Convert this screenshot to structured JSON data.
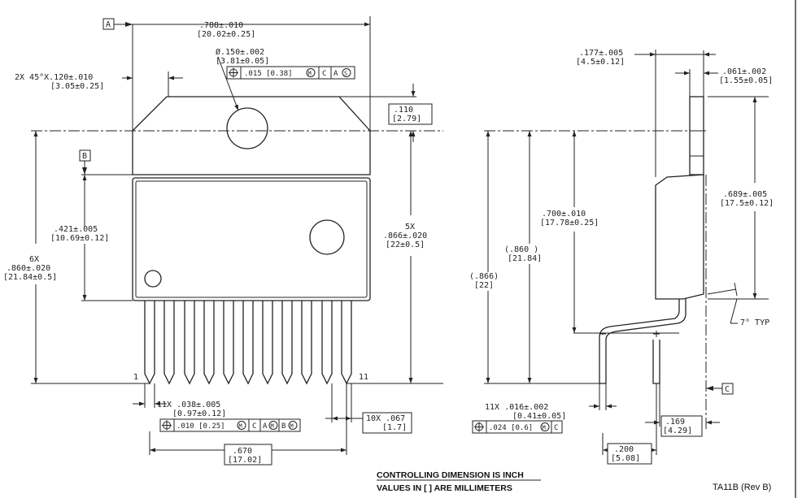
{
  "datums": {
    "a": "A",
    "b": "B",
    "c": "C"
  },
  "dims": {
    "width_in": ".788±.010",
    "width_mm": "[20.02±0.25]",
    "chamfer_in": "2X 45°X.120±.010",
    "chamfer_mm": "[3.05±0.25]",
    "hole_in": "Ø.150±.002",
    "hole_mm": "[3.81±0.05]",
    "hole_tol": ".015 [0.38]",
    "hole_tol_c": "C",
    "hole_tol_a": "A",
    "tab_in": ".110",
    "tab_mm": "[2.79]",
    "b_in": ".421±.005",
    "b_mm": "[10.69±0.12]",
    "six_x": "6X",
    "six_in": ".860±.020",
    "six_mm": "[21.84±0.5]",
    "five_x": "5X",
    "five_in": ".866±.020",
    "five_mm": "[22±0.5]",
    "pin_first": "1",
    "pin_last": "11",
    "lead_w_in": "11X .038±.005",
    "lead_w_mm": "[0.97±0.12]",
    "lead_tol": ".010 [0.25]",
    "lead_tol_c": "C",
    "lead_tol_a": "A",
    "lead_tol_b": "B",
    "pitch_in": "10X .067",
    "pitch_mm": "[1.7]",
    "span_in": ".670",
    "span_mm": "[17.02]",
    "thick_in": ".177±.005",
    "thick_mm": "[4.5±0.12]",
    "tab_t_in": ".061±.002",
    "tab_t_mm": "[1.55±0.05]",
    "h689_in": ".689±.005",
    "h689_mm": "[17.5±0.12]",
    "h700_in": ".700±.010",
    "h700_mm": "[17.78±0.25]",
    "h860_in": "(.860 )",
    "h860_mm": "[21.84]",
    "h866_in": "(.866)",
    "h866_mm": "[22]",
    "angle": "7° TYP",
    "lead_t_in": "11X .016±.002",
    "lead_t_mm": "[0.41±0.05]",
    "side_tol": ".024 [0.6]",
    "side_tol_c": "C",
    "off169_in": ".169",
    "off169_mm": "[4.29]",
    "off200_in": ".200",
    "off200_mm": "[5.08]"
  },
  "notes": {
    "line1": "CONTROLLING DIMENSION IS INCH",
    "line2": "VALUES IN [ ] ARE MILLIMETERS",
    "revision": "TA11B (Rev B)"
  },
  "icons": [
    "position-tolerance-icon",
    "max-material-icon",
    "regardless-of-feature-icon"
  ]
}
